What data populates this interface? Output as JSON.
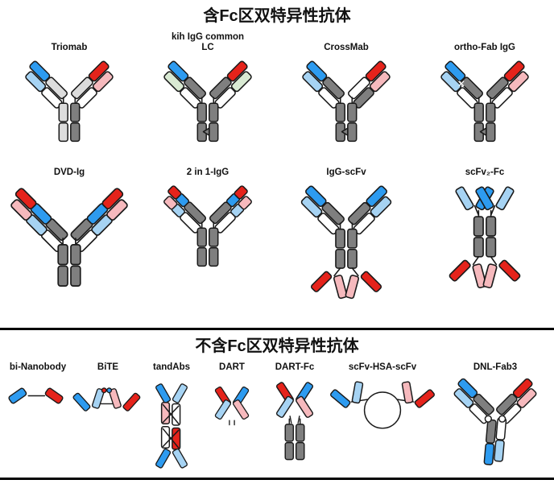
{
  "colors": {
    "blue": "#2D9BF0",
    "lightblue": "#A6D3F3",
    "red": "#E5231B",
    "pink": "#F6B9BD",
    "gray": "#7F7F7F",
    "lightgray": "#DCDCDC",
    "white": "#FFFFFF",
    "palegreen": "#D9EAD3",
    "outline": "#1A1A1A"
  },
  "sections": {
    "fc": {
      "title": "含Fc区双特异性抗体",
      "items": [
        {
          "name": "Triomab"
        },
        {
          "name": "kih IgG common LC"
        },
        {
          "name": "CrossMab"
        },
        {
          "name": "ortho-Fab IgG"
        },
        {
          "name": "DVD-Ig"
        },
        {
          "name": "2 in 1-IgG"
        },
        {
          "name": "IgG-scFv"
        },
        {
          "name": "scFv₂-Fc"
        }
      ]
    },
    "no_fc": {
      "title": "不含Fc区双特异性抗体",
      "items": [
        {
          "name": "bi-Nanobody"
        },
        {
          "name": "BiTE"
        },
        {
          "name": "tandAbs"
        },
        {
          "name": "DART"
        },
        {
          "name": "DART-Fc"
        },
        {
          "name": "scFv-HSA-scFv"
        },
        {
          "name": "DNL-Fab3"
        }
      ]
    }
  }
}
